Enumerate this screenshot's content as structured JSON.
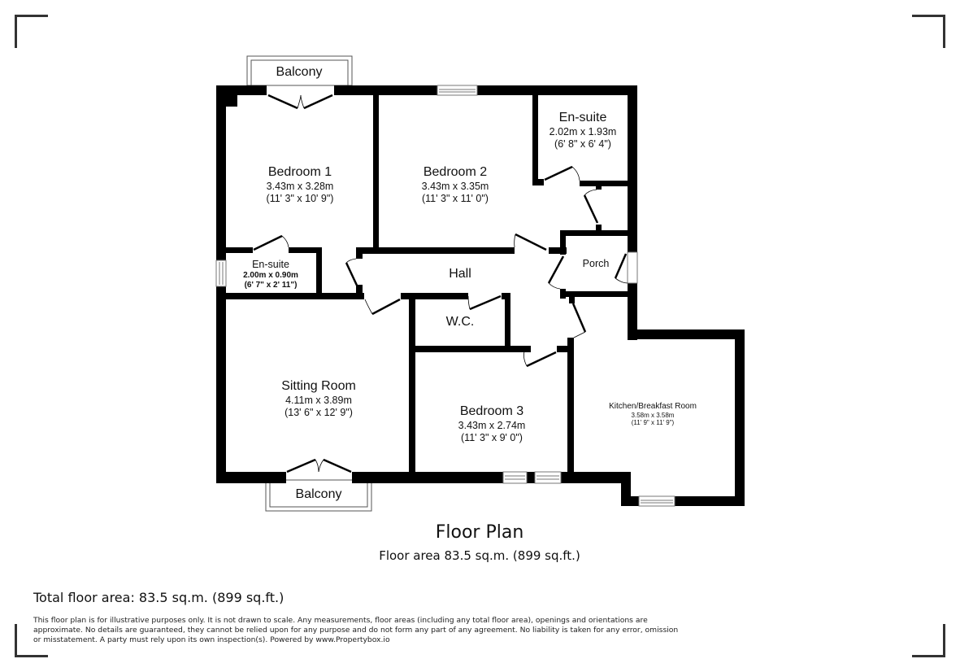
{
  "plan": {
    "title": "Floor Plan",
    "floor_area": "Floor area 83.5 sq.m. (899 sq.ft.)",
    "total_floor_area": "Total floor area: 83.5 sq.m. (899 sq.ft.)",
    "disclaimer": "This floor plan is for illustrative purposes only. It is not drawn to scale. Any measurements, floor areas (including any total floor area), openings and orientations are approximate. No details are guaranteed, they cannot be relied upon for any purpose and do not form any part of any agreement. No liability is taken for any error, omission or misstatement. A party must rely upon its own inspection(s). Powered by www.Propertybox.io"
  },
  "rooms": {
    "bedroom1": {
      "name": "Bedroom 1",
      "metric": "3.43m x 3.28m",
      "imperial": "(11' 3\" x 10' 9\")"
    },
    "bedroom2": {
      "name": "Bedroom 2",
      "metric": "3.43m x 3.35m",
      "imperial": "(11' 3\" x 11' 0\")"
    },
    "ensuite_main": {
      "name": "En-suite",
      "metric": "2.02m x 1.93m",
      "imperial": "(6' 8\" x 6' 4\")"
    },
    "ensuite_small": {
      "name": "En-suite",
      "metric": "2.00m x 0.90m",
      "imperial": "(6' 7\" x 2' 11\")"
    },
    "hall": {
      "name": "Hall"
    },
    "porch": {
      "name": "Porch"
    },
    "wc": {
      "name": "W.C."
    },
    "sitting_room": {
      "name": "Sitting Room",
      "metric": "4.11m x 3.89m",
      "imperial": "(13' 6\" x 12' 9\")"
    },
    "bedroom3": {
      "name": "Bedroom 3",
      "metric": "3.43m x 2.74m",
      "imperial": "(11' 3\" x 9' 0\")"
    },
    "kitchen": {
      "name": "Kitchen/Breakfast Room",
      "metric": "3.58m x 3.58m",
      "imperial": "(11' 9\" x 11' 9\")"
    }
  },
  "balconies": {
    "top": "Balcony",
    "bottom": "Balcony"
  }
}
